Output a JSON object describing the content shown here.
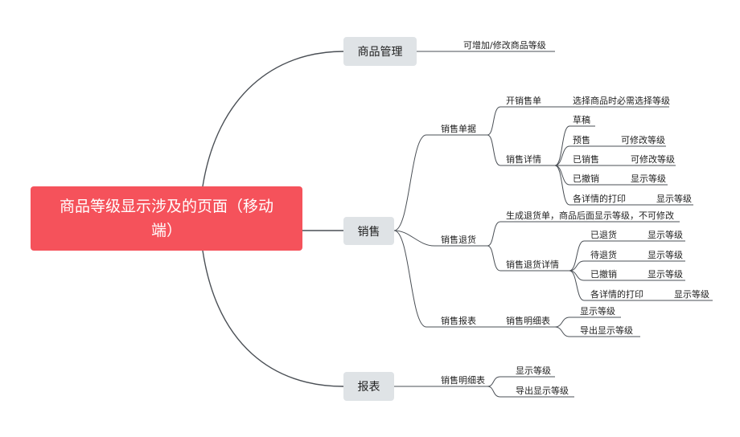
{
  "root": {
    "title": "商品等级显示涉及的页面（移动端）"
  },
  "branches": {
    "goods": {
      "label": "商品管理",
      "note": "可增加/修改商品等级"
    },
    "sales": {
      "label": "销售",
      "order": {
        "label": "销售单据",
        "open": {
          "label": "开销售单",
          "note": "选择商品时必需选择等级"
        },
        "detail": {
          "label": "销售详情",
          "items": [
            {
              "label": "草稿",
              "note": ""
            },
            {
              "label": "预售",
              "note": "可修改等级"
            },
            {
              "label": "已销售",
              "note": "可修改等级"
            },
            {
              "label": "已撤销",
              "note": "显示等级"
            },
            {
              "label": "各详情的打印",
              "note": "显示等级"
            }
          ]
        }
      },
      "return": {
        "label": "销售退货",
        "generate": "生成退货单，商品后面显示等级，不可修改",
        "detail": {
          "label": "销售退货详情",
          "items": [
            {
              "label": "已退货",
              "note": "显示等级"
            },
            {
              "label": "待退货",
              "note": "显示等级"
            },
            {
              "label": "已撤销",
              "note": "显示等级"
            },
            {
              "label": "各详情的打印",
              "note": "显示等级"
            }
          ]
        }
      },
      "report": {
        "label": "销售报表",
        "detail": {
          "label": "销售明细表",
          "items": [
            "显示等级",
            "导出显示等级"
          ]
        }
      }
    },
    "report": {
      "label": "报表",
      "detail": {
        "label": "销售明细表",
        "items": [
          "显示等级",
          "导出显示等级"
        ]
      }
    }
  },
  "colors": {
    "root": "#f5525b",
    "branch": "#dfe3e6",
    "line": "#4a4f55"
  }
}
